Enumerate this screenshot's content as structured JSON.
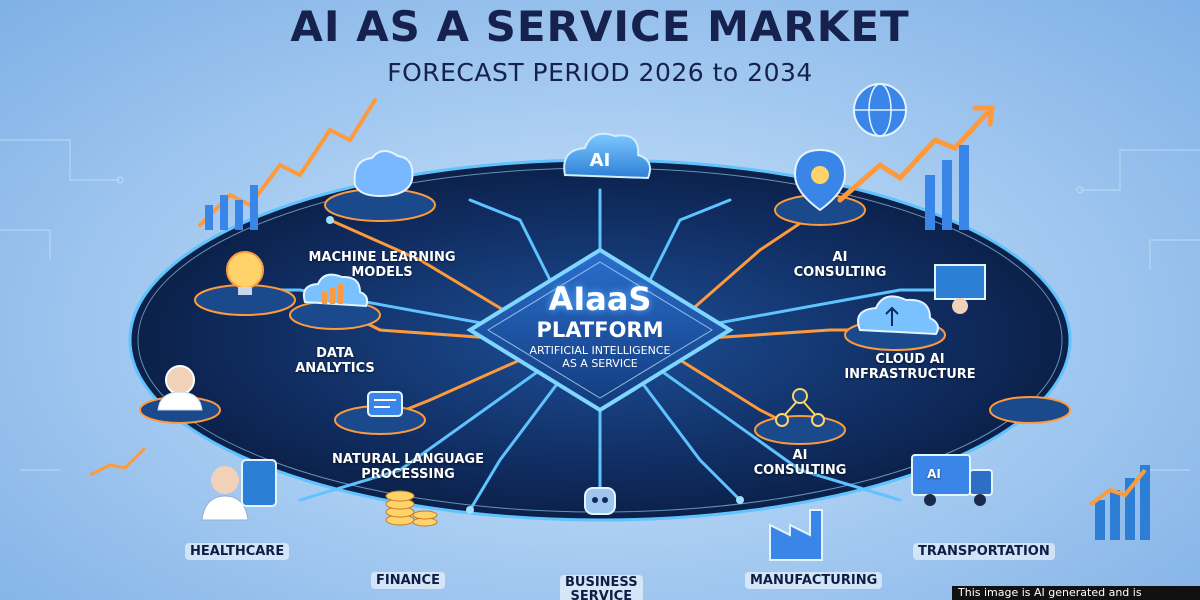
{
  "header": {
    "title": "AI AS A SERVICE MARKET",
    "subtitle": "FORECAST PERIOD 2026 to 2034"
  },
  "platform": {
    "title": "AIaaS",
    "subtitle": "PLATFORM",
    "description_line1": "ARTIFICIAL INTELLIGENCE",
    "description_line2": "AS A SERVICE",
    "cloud_label": "AI"
  },
  "nodes": {
    "ml_line1": "MACHINE LEARNING",
    "ml_line2": "MODELS",
    "data_line1": "DATA",
    "data_line2": "ANALYTICS",
    "nlp_line1": "NATURAL LANGUAGE",
    "nlp_line2": "PROCESSING",
    "consult_top_line1": "AI",
    "consult_top_line2": "CONSULTING",
    "cloud_line1": "CLOUD AI",
    "cloud_line2": "INFRASTRUCTURE",
    "consult_bottom_line1": "AI",
    "consult_bottom_line2": "CONSULTING"
  },
  "industries": {
    "healthcare": "HEALTHCARE",
    "finance": "FINANCE",
    "business_line1": "BUSINESS",
    "business_line2": "SERVICE",
    "manufacturing": "MANUFACTURING",
    "transportation": "TRANSPORTATION"
  },
  "truck_label": "AI",
  "disclaimer": "This image is AI generated and is",
  "colors": {
    "background": "#a9cdf2",
    "platform_dark": "#0f2a5c",
    "glow_orange": "#ff9a3c",
    "glow_blue": "#5fc3ff",
    "title_text": "#16224d"
  }
}
